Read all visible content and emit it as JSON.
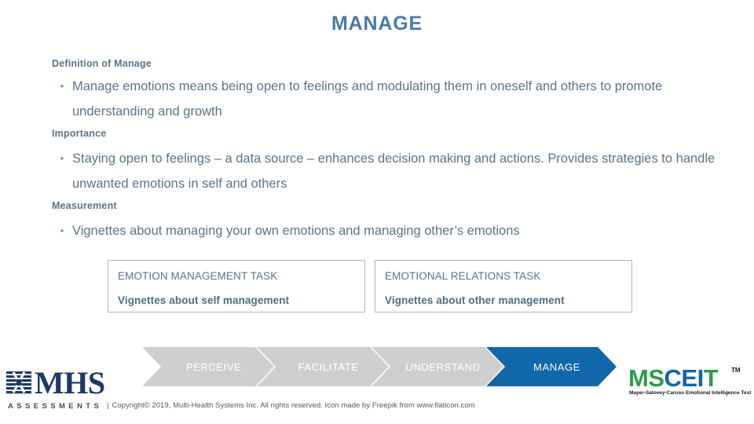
{
  "slide": {
    "title": "MANAGE"
  },
  "sections": [
    {
      "heading": "Definition of Manage",
      "bullet": "Manage emotions means being open to feelings and modulating them in oneself and others to promote understanding and growth",
      "dot": "•"
    },
    {
      "heading": "Importance",
      "bullet": "Staying open to feelings – a data source – enhances decision making and actions.  Provides strategies to handle unwanted emotions in self and others",
      "dot": "•"
    },
    {
      "heading": "Measurement",
      "bullet": "Vignettes about managing your own emotions and managing other’s emotions",
      "dot": "•"
    }
  ],
  "task_boxes": [
    {
      "title": "EMOTION MANAGEMENT TASK",
      "subtitle": "Vignettes about self management"
    },
    {
      "title": "EMOTIONAL RELATIONS TASK",
      "subtitle": "Vignettes about other management"
    }
  ],
  "process": {
    "active_index": 3,
    "active_color": "#1168a8",
    "inactive_color": "#cfcfcf",
    "steps": [
      {
        "label": "PERCEIVE"
      },
      {
        "label": "FACILITATE"
      },
      {
        "label": "UNDERSTAND"
      },
      {
        "label": "MANAGE"
      }
    ]
  },
  "footer": {
    "mhs": {
      "wordmark": "MHS",
      "tagline": "ASSESSMENTS",
      "mark_icon": "mhs-striped-square-icon"
    },
    "separator": "|",
    "copyright": "Copyright© 2019, Multi-Health Systems Inc.  All rights reserved. Icon made by Freepik from www.flaticon.com",
    "msceit": {
      "letters": [
        {
          "char": "M",
          "color": "#2e9c4a"
        },
        {
          "char": "S",
          "color": "#2e9c4a"
        },
        {
          "char": "C",
          "color": "#1464a5"
        },
        {
          "char": "E",
          "color": "#1464a5"
        },
        {
          "char": "I",
          "color": "#1464a5"
        },
        {
          "char": "T",
          "color": "#2e9c4a"
        }
      ],
      "trademark": "TM",
      "tagline": "Mayer-Salovey-Caruso Emotional Intelligence Test"
    }
  },
  "colors": {
    "title": "#4a7aa8",
    "body_text": "#5b7489",
    "box_border": "#b6b6b6",
    "mhs_navy": "#1b3a67"
  }
}
